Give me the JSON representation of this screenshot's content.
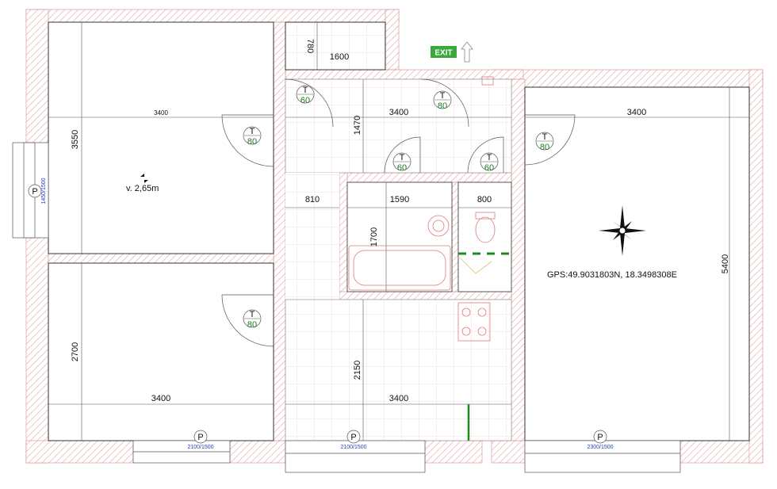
{
  "exit_sign": {
    "label": "EXIT",
    "color": "#3aa83a"
  },
  "ceiling_height": "v. 2,65m",
  "gps": "GPS:49.9031803N, 18.3498308E",
  "colors": {
    "wall_hatch": "#e3a3a3",
    "tile_grid": "#f0c8c8",
    "door_tag": "#1f7a1f",
    "window_dim": "#1f3fbf"
  },
  "dimensions": {
    "top_room_width": "3400",
    "top_room_height": "3550",
    "bottom_room_height": "2700",
    "bottom_room_width": "3400",
    "corridor_top_height": "780",
    "corridor_top_width": "1600",
    "hall_width": "3400",
    "hall_height": "1470",
    "hall_left": "810",
    "bath_width": "1590",
    "wc_width": "800",
    "bath_height": "1700",
    "kitchen_height": "2150",
    "kitchen_width": "3400",
    "right_room_width": "3400",
    "right_room_height": "5400"
  },
  "door_tags": [
    {
      "letter": "T",
      "num": "60"
    },
    {
      "letter": "T",
      "num": "80"
    },
    {
      "letter": "T",
      "num": "80"
    },
    {
      "letter": "T",
      "num": "80"
    },
    {
      "letter": "T",
      "num": "60"
    },
    {
      "letter": "T",
      "num": "60"
    },
    {
      "letter": "T",
      "num": "80"
    }
  ],
  "windows": [
    {
      "letter": "P",
      "size": "1450/1500"
    },
    {
      "letter": "P",
      "size": "2100/1500"
    },
    {
      "letter": "P",
      "size": "2100/1500"
    },
    {
      "letter": "P",
      "size": "2300/1500"
    }
  ]
}
